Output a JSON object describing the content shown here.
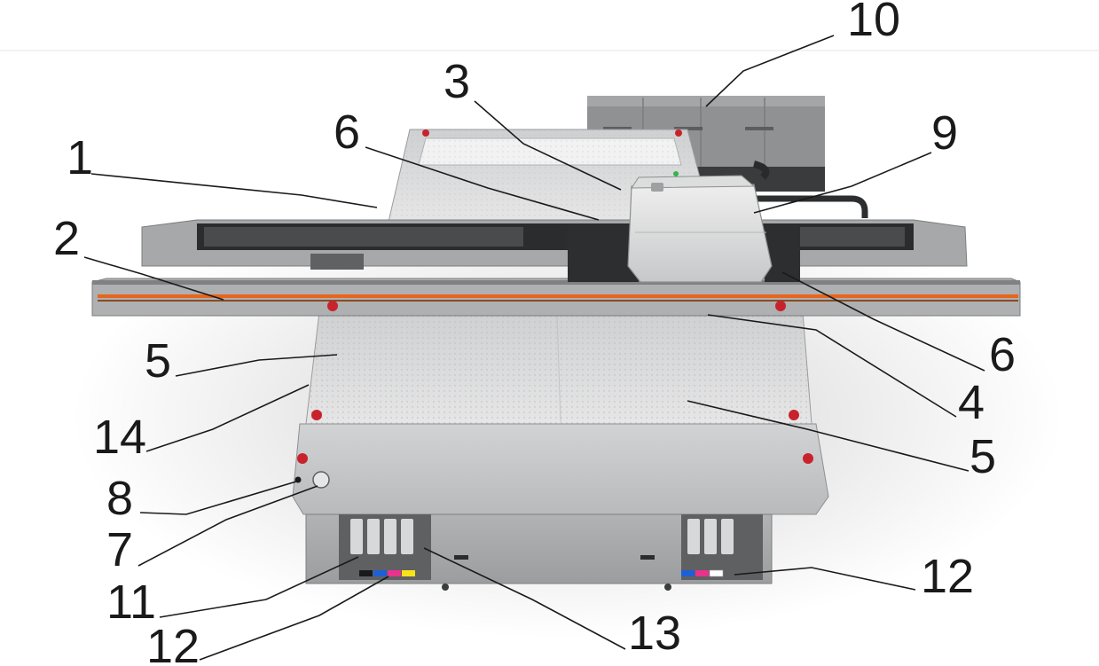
{
  "callouts": [
    {
      "id": "c1",
      "number": "1"
    },
    {
      "id": "c2",
      "number": "2"
    },
    {
      "id": "c3",
      "number": "3"
    },
    {
      "id": "c4",
      "number": "4"
    },
    {
      "id": "c5a",
      "number": "5"
    },
    {
      "id": "c5b",
      "number": "5"
    },
    {
      "id": "c6a",
      "number": "6"
    },
    {
      "id": "c6b",
      "number": "6"
    },
    {
      "id": "c7",
      "number": "7"
    },
    {
      "id": "c8",
      "number": "8"
    },
    {
      "id": "c9",
      "number": "9"
    },
    {
      "id": "c10",
      "number": "10"
    },
    {
      "id": "c11",
      "number": "11"
    },
    {
      "id": "c12a",
      "number": "12"
    },
    {
      "id": "c12b",
      "number": "12"
    },
    {
      "id": "c13",
      "number": "13"
    },
    {
      "id": "c14",
      "number": "14"
    }
  ],
  "colors": {
    "accent_stripe": "#e8651c",
    "body_gray": "#a9abad",
    "panel_light": "#d9dadb",
    "ink_cyan": "#1e5fd6",
    "ink_magenta": "#e8328c",
    "ink_yellow": "#f5e418",
    "ink_black": "#1a1a1a",
    "ink_white": "#ffffff"
  }
}
